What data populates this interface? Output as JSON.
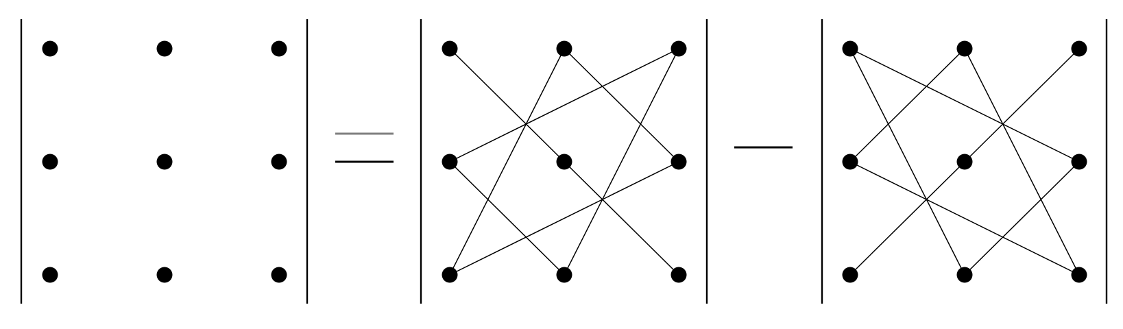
{
  "colors": {
    "ink": "#000000",
    "equals_sign": "#7f7f7f",
    "minus_sign": "#000000",
    "background": "#ffffff"
  },
  "equation": {
    "lhs": {
      "name": "empty-diagram",
      "vertices_per_row": 3,
      "rows": 3,
      "edges": []
    },
    "operator_1": "equals",
    "term_1": {
      "name": "first-term-diagram",
      "edges": [
        [
          [
            0,
            0
          ],
          [
            1,
            1
          ]
        ],
        [
          [
            1,
            1
          ],
          [
            2,
            2
          ]
        ],
        [
          [
            1,
            0
          ],
          [
            2,
            1
          ]
        ],
        [
          [
            1,
            0
          ],
          [
            0,
            2
          ]
        ],
        [
          [
            2,
            0
          ],
          [
            0,
            1
          ]
        ],
        [
          [
            2,
            0
          ],
          [
            1,
            2
          ]
        ],
        [
          [
            0,
            1
          ],
          [
            1,
            2
          ]
        ],
        [
          [
            0,
            2
          ],
          [
            2,
            1
          ]
        ]
      ]
    },
    "operator_2": "minus",
    "term_2": {
      "name": "second-term-diagram",
      "edges": [
        [
          [
            0,
            0
          ],
          [
            2,
            1
          ]
        ],
        [
          [
            0,
            0
          ],
          [
            1,
            2
          ]
        ],
        [
          [
            1,
            0
          ],
          [
            0,
            1
          ]
        ],
        [
          [
            1,
            0
          ],
          [
            2,
            2
          ]
        ],
        [
          [
            2,
            0
          ],
          [
            0,
            2
          ]
        ],
        [
          [
            0,
            1
          ],
          [
            2,
            2
          ]
        ],
        [
          [
            2,
            1
          ],
          [
            1,
            2
          ]
        ]
      ]
    }
  }
}
